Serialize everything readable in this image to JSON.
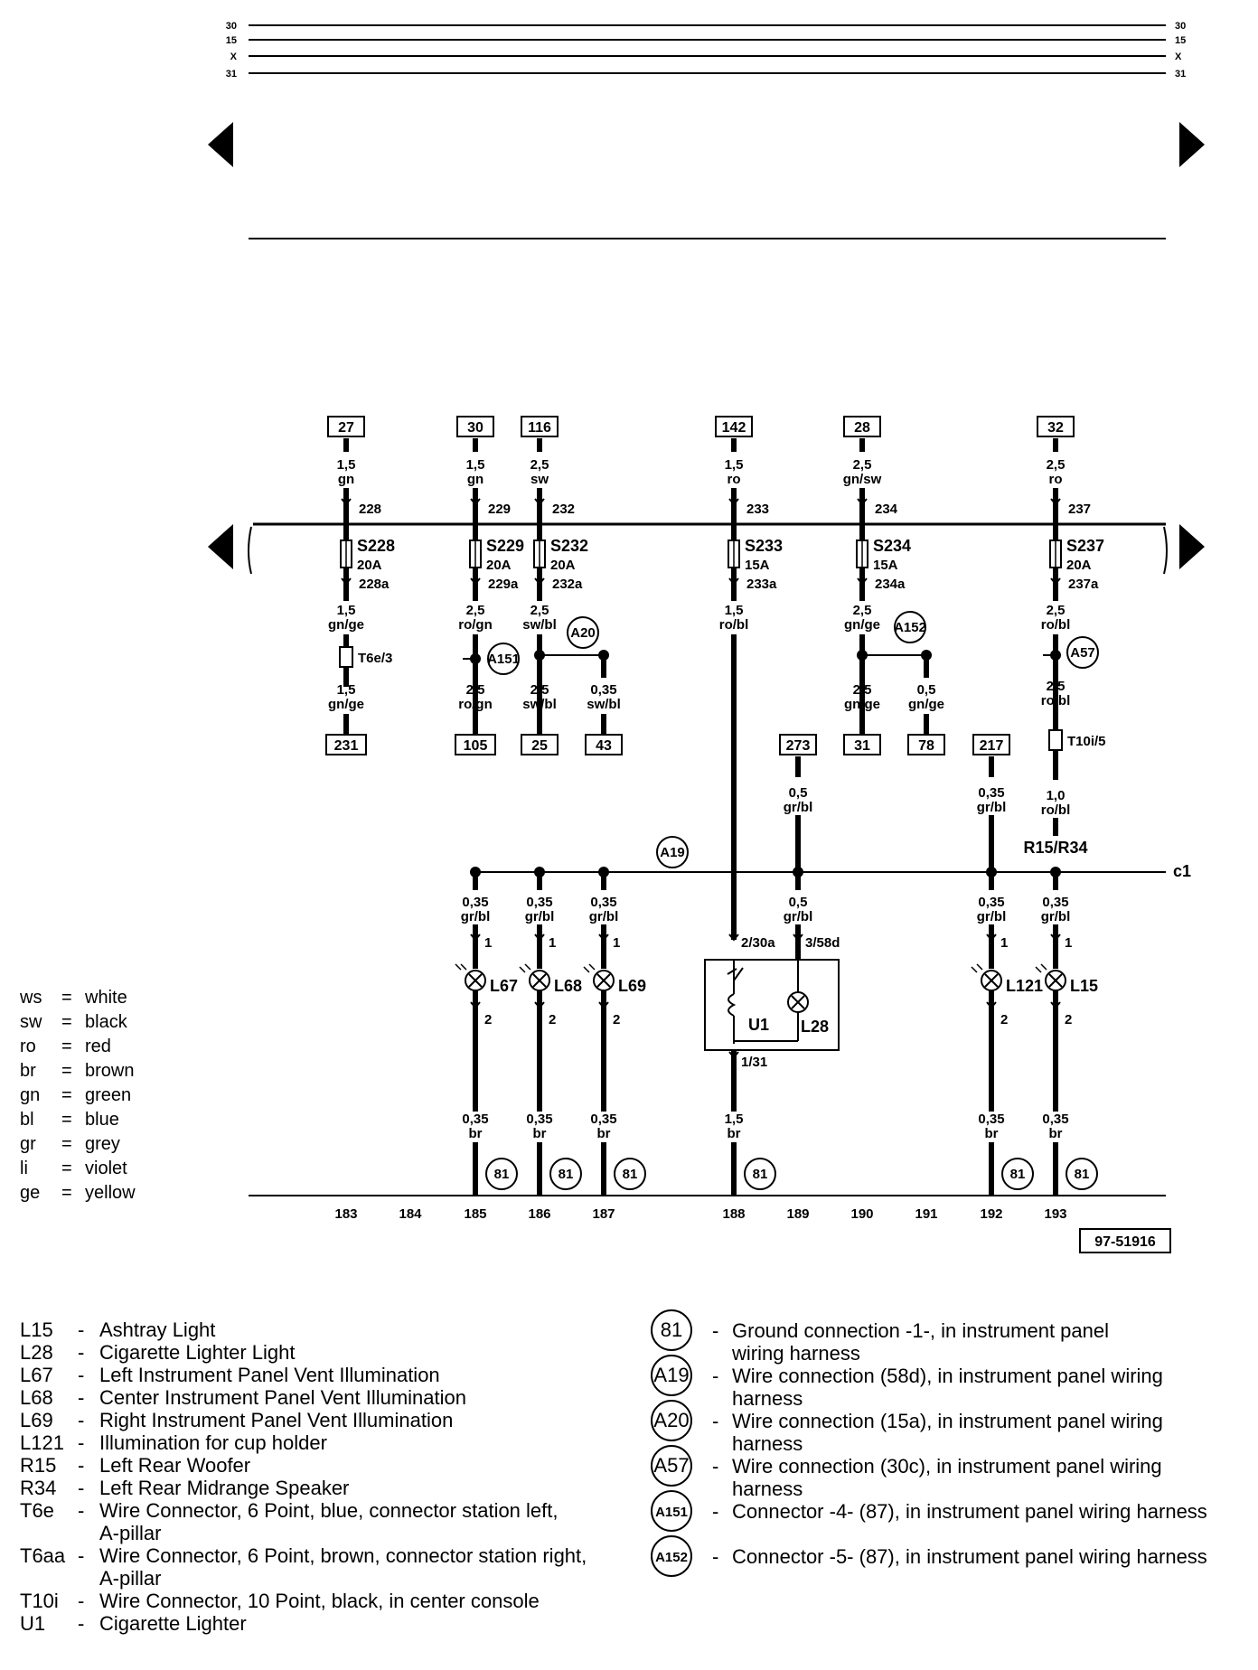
{
  "bus_labels": [
    "30",
    "15",
    "X",
    "31"
  ],
  "diagram_ref": "97-51916",
  "c1_label": "c1",
  "r15_r34_label": "R15/R34",
  "columns": [
    "183",
    "184",
    "185",
    "186",
    "187",
    "188",
    "189",
    "190",
    "191",
    "192",
    "193"
  ],
  "top_refs": [
    "27",
    "30",
    "116",
    "142",
    "28",
    "32"
  ],
  "bottom_refs": [
    "231",
    "105",
    "25",
    "43",
    "31",
    "78"
  ],
  "mid_refs": [
    "273",
    "217"
  ],
  "fuses": [
    {
      "name": "S228",
      "amp": "20A",
      "in": "228",
      "out": "228a"
    },
    {
      "name": "S229",
      "amp": "20A",
      "in": "229",
      "out": "229a"
    },
    {
      "name": "S232",
      "amp": "20A",
      "in": "232",
      "out": "232a"
    },
    {
      "name": "S233",
      "amp": "15A",
      "in": "233",
      "out": "233a"
    },
    {
      "name": "S234",
      "amp": "15A",
      "in": "234",
      "out": "234a"
    },
    {
      "name": "S237",
      "amp": "20A",
      "in": "237",
      "out": "237a"
    }
  ],
  "wires_top": [
    {
      "size": "1,5",
      "color": "gn"
    },
    {
      "size": "1,5",
      "color": "gn"
    },
    {
      "size": "2,5",
      "color": "sw"
    },
    {
      "size": "1,5",
      "color": "ro"
    },
    {
      "size": "2,5",
      "color": "gn/sw"
    },
    {
      "size": "2,5",
      "color": "ro"
    }
  ],
  "wires_mid": [
    {
      "size": "1,5",
      "color": "gn/ge"
    },
    {
      "size": "2,5",
      "color": "ro/gn"
    },
    {
      "size": "2,5",
      "color": "sw/bl"
    },
    {
      "size": "1,5",
      "color": "ro/bl"
    },
    {
      "size": "2,5",
      "color": "gn/ge"
    },
    {
      "size": "2,5",
      "color": "ro/bl"
    }
  ],
  "wires_low": [
    {
      "size": "1,5",
      "color": "gn/ge"
    },
    {
      "size": "2,5",
      "color": "ro/gn"
    },
    {
      "size": "2,5",
      "color": "sw/bl"
    },
    {
      "size": "0,35",
      "color": "sw/bl"
    },
    {
      "size": "2,5",
      "color": "gn/ge"
    },
    {
      "size": "0,5",
      "color": "gn/ge"
    },
    {
      "size": "2,5",
      "color": "ro/bl"
    }
  ],
  "wires_feed": [
    {
      "size": "0,5",
      "color": "gr/bl"
    },
    {
      "size": "0,35",
      "color": "gr/bl"
    },
    {
      "size": "1,0",
      "color": "ro/bl"
    }
  ],
  "wires_lamp": [
    {
      "size": "0,35",
      "color": "gr/bl"
    },
    {
      "size": "0,35",
      "color": "gr/bl"
    },
    {
      "size": "0,35",
      "color": "gr/bl"
    },
    {
      "size": "0,5",
      "color": "gr/bl"
    },
    {
      "size": "0,35",
      "color": "gr/bl"
    },
    {
      "size": "0,35",
      "color": "gr/bl"
    }
  ],
  "wires_ground": [
    {
      "size": "0,35",
      "color": "br"
    },
    {
      "size": "0,35",
      "color": "br"
    },
    {
      "size": "0,35",
      "color": "br"
    },
    {
      "size": "1,5",
      "color": "br"
    },
    {
      "size": "0,35",
      "color": "br"
    },
    {
      "size": "0,35",
      "color": "br"
    }
  ],
  "connectors": [
    "T6e/3",
    "T10i/5"
  ],
  "circle_refs": [
    "A20",
    "A151",
    "A152",
    "A57",
    "A19",
    "81"
  ],
  "lamps": [
    "L67",
    "L68",
    "L69",
    "L121",
    "L15"
  ],
  "lighter": {
    "name": "U1",
    "lamp": "L28",
    "pin_in": "2/30a",
    "pin_lamp": "3/58d",
    "pin_out": "1/31"
  },
  "pin_one": "1",
  "pin_two": "2",
  "color_key": [
    {
      "code": "ws",
      "eq": "=",
      "name": "white"
    },
    {
      "code": "sw",
      "eq": "=",
      "name": "black"
    },
    {
      "code": "ro",
      "eq": "=",
      "name": "red"
    },
    {
      "code": "br",
      "eq": "=",
      "name": "brown"
    },
    {
      "code": "gn",
      "eq": "=",
      "name": "green"
    },
    {
      "code": "bl",
      "eq": "=",
      "name": "blue"
    },
    {
      "code": "gr",
      "eq": "=",
      "name": "grey"
    },
    {
      "code": "li",
      "eq": "=",
      "name": "violet"
    },
    {
      "code": "ge",
      "eq": "=",
      "name": "yellow"
    }
  ],
  "legend_left": [
    {
      "code": "L15",
      "dash": "-",
      "text": [
        "Ashtray Light"
      ]
    },
    {
      "code": "L28",
      "dash": "-",
      "text": [
        "Cigarette Lighter Light"
      ]
    },
    {
      "code": "L67",
      "dash": "-",
      "text": [
        "Left Instrument Panel Vent Illumination"
      ]
    },
    {
      "code": "L68",
      "dash": "-",
      "text": [
        "Center Instrument Panel Vent Illumination"
      ]
    },
    {
      "code": "L69",
      "dash": "-",
      "text": [
        "Right Instrument Panel Vent Illumination"
      ]
    },
    {
      "code": "L121",
      "dash": "-",
      "text": [
        "Illumination for cup holder"
      ]
    },
    {
      "code": "R15",
      "dash": "-",
      "text": [
        "Left Rear Woofer"
      ]
    },
    {
      "code": "R34",
      "dash": "-",
      "text": [
        "Left Rear Midrange Speaker"
      ]
    },
    {
      "code": "T6e",
      "dash": "-",
      "text": [
        "Wire Connector, 6 Point, blue, connector station left,",
        "A-pillar"
      ]
    },
    {
      "code": "T6aa",
      "dash": "-",
      "text": [
        "Wire Connector, 6 Point, brown, connector station right,",
        "A-pillar"
      ]
    },
    {
      "code": "T10i",
      "dash": "-",
      "text": [
        "Wire Connector, 10 Point, black, in center console"
      ]
    },
    {
      "code": "U1",
      "dash": "-",
      "text": [
        "Cigarette Lighter"
      ]
    }
  ],
  "legend_right": [
    {
      "code": "81",
      "dash": "-",
      "text": [
        "Ground connection -1-, in instrument panel",
        "wiring harness"
      ]
    },
    {
      "code": "A19",
      "dash": "-",
      "text": [
        "Wire connection (58d), in instrument panel wiring",
        "harness"
      ]
    },
    {
      "code": "A20",
      "dash": "-",
      "text": [
        "Wire connection (15a), in instrument panel wiring",
        "harness"
      ]
    },
    {
      "code": "A57",
      "dash": "-",
      "text": [
        "Wire connection (30c), in instrument panel wiring",
        "harness"
      ]
    },
    {
      "code": "A151",
      "dash": "-",
      "text": [
        "Connector -4- (87), in instrument panel wiring harness"
      ]
    },
    {
      "code": "A152",
      "dash": "-",
      "text": [
        "Connector -5- (87), in instrument panel wiring harness"
      ]
    }
  ]
}
